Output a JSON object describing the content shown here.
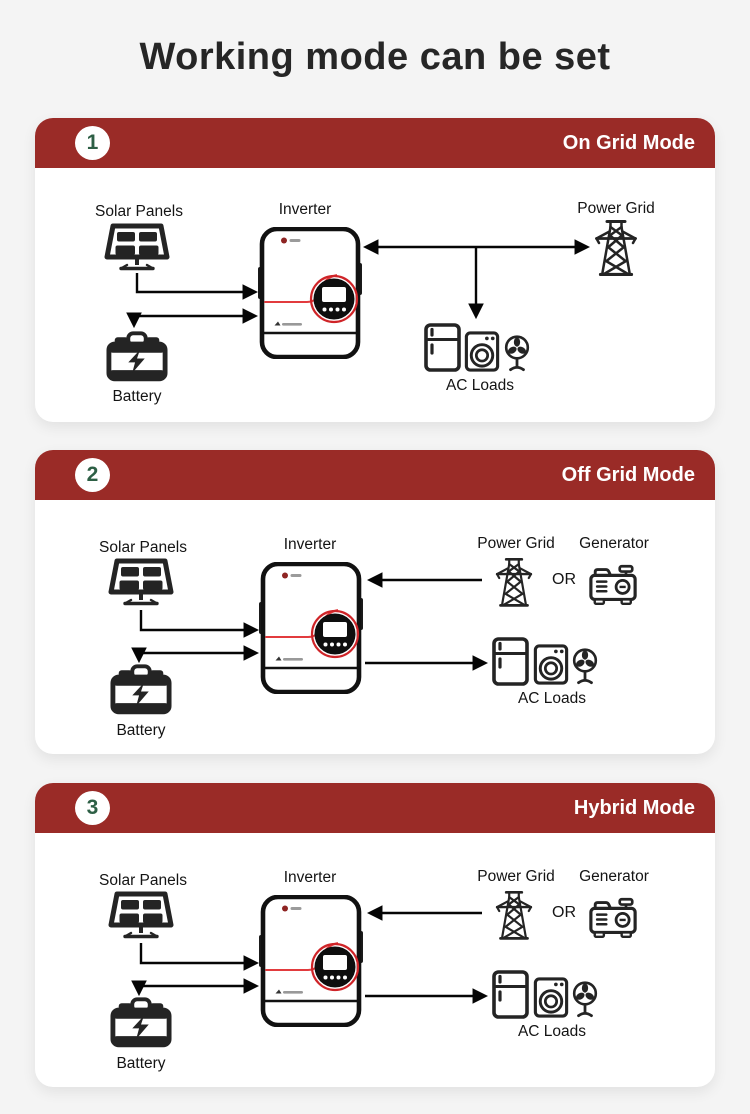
{
  "page": {
    "title": "Working mode can be set"
  },
  "colors": {
    "page_bg": "#f4f4f4",
    "card_bg": "#ffffff",
    "header_bg": "#9a2b27",
    "step_number_green": "#2d5f45",
    "accent_red": "#e23b3e",
    "icon_dark": "#242424"
  },
  "panels": [
    {
      "number": "1",
      "mode": "On Grid Mode",
      "labels": {
        "solar": "Solar Panels",
        "inverter": "Inverter",
        "grid": "Power Grid",
        "battery": "Battery",
        "ac_loads": "AC Loads"
      }
    },
    {
      "number": "2",
      "mode": "Off Grid Mode",
      "labels": {
        "solar": "Solar Panels",
        "inverter": "Inverter",
        "grid": "Power Grid",
        "or": "OR",
        "generator": "Generator",
        "battery": "Battery",
        "ac_loads": "AC Loads"
      }
    },
    {
      "number": "3",
      "mode": "Hybrid Mode",
      "labels": {
        "solar": "Solar Panels",
        "inverter": "Inverter",
        "grid": "Power Grid",
        "or": "OR",
        "generator": "Generator",
        "battery": "Battery",
        "ac_loads": "AC Loads"
      }
    }
  ]
}
